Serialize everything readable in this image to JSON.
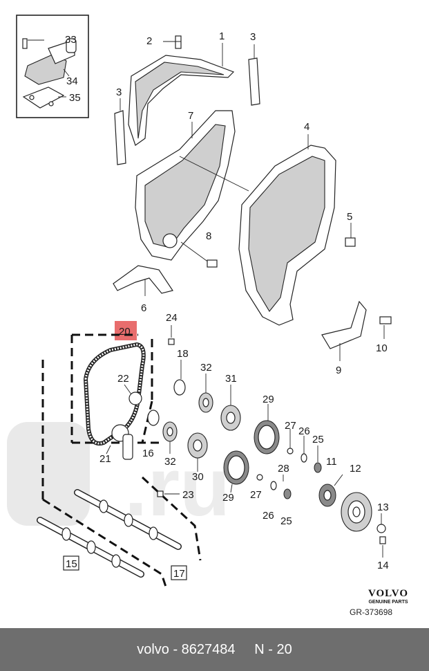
{
  "callouts": {
    "n1": "1",
    "n2": "2",
    "n3a": "3",
    "n3b": "3",
    "n4": "4",
    "n5": "5",
    "n6": "6",
    "n7": "7",
    "n8": "8",
    "n9": "9",
    "n10": "10",
    "n11": "11",
    "n12": "12",
    "n13": "13",
    "n14": "14",
    "n15": "15",
    "n16": "16",
    "n17": "17",
    "n18": "18",
    "n20": "20",
    "n21": "21",
    "n22": "22",
    "n23": "23",
    "n24": "24",
    "n25a": "25",
    "n25b": "25",
    "n26a": "26",
    "n26b": "26",
    "n27a": "27",
    "n27b": "27",
    "n28": "28",
    "n29a": "29",
    "n29b": "29",
    "n30": "30",
    "n31": "31",
    "n32a": "32",
    "n32b": "32",
    "n33": "33",
    "n34": "34",
    "n35": "35"
  },
  "highlight": {
    "color": "#e86d6d"
  },
  "brand": {
    "logo": "VOLVO",
    "sub": "GENUINE PARTS"
  },
  "reference": "GR-373698",
  "footer": {
    "text": "volvo - 8627484     N - 20"
  }
}
